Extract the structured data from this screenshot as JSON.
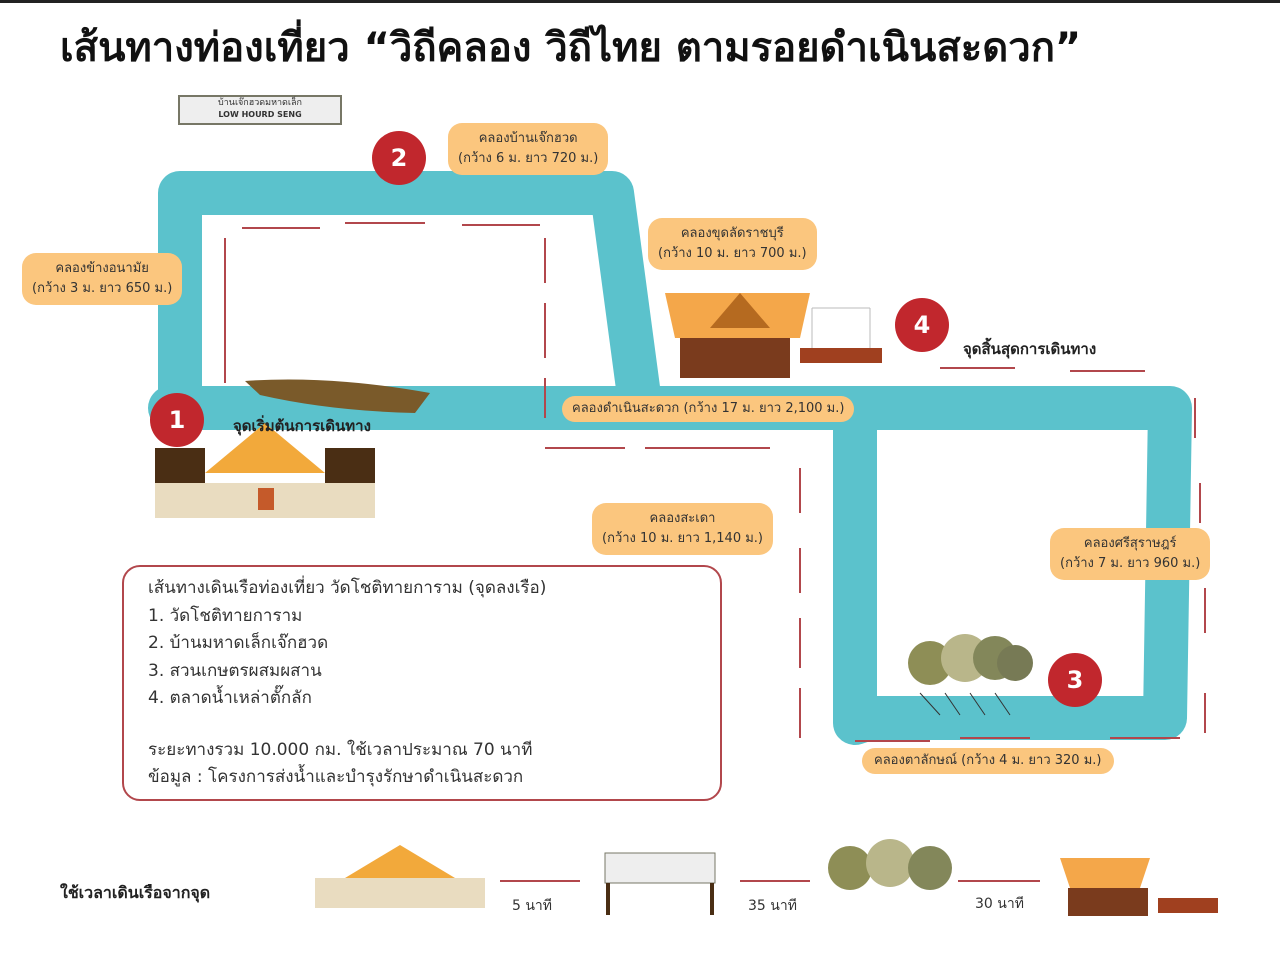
{
  "title": "เส้นทางท่องเที่ยว “วิถีคลอง วิถีไทย ตามรอยดำเนินสะดวก”",
  "sign": {
    "thai": "บ้านเจ๊กฮวดมหาดเล็ก",
    "english": "LOW HOURD SENG"
  },
  "canals": [
    {
      "name": "คลองบ้านเจ๊กฮวด",
      "size": "(กว้าง 6 ม. ยาว 720 ม.)"
    },
    {
      "name": "คลองข้างอนามัย",
      "size": "(กว้าง 3 ม. ยาว 650 ม.)"
    },
    {
      "name": "คลองขุดลัดราชบุรี",
      "size": "(กว้าง 10 ม. ยาว 700 ม.)"
    },
    {
      "name": "คลองดำเนินสะดวก (กว้าง 17 ม. ยาว 2,100 ม.)"
    },
    {
      "name": "คลองสะเดา",
      "size": "(กว้าง 10 ม. ยาว 1,140 ม.)"
    },
    {
      "name": "คลองศรีสุราษฎร์",
      "size": "(กว้าง 7 ม. ยาว 960 ม.)"
    },
    {
      "name": "คลองตาลักษณ์ (กว้าง 4 ม. ยาว 320 ม.)"
    }
  ],
  "markers": [
    "1",
    "2",
    "3",
    "4"
  ],
  "start_label": "จุดเริ่มต้นการเดินทาง",
  "end_label": "จุดสิ้นสุดการเดินทาง",
  "info": {
    "heading": "เส้นทางเดินเรือท่องเที่ยว วัดโชติทายการาม (จุดลงเรือ)",
    "items": [
      "1. วัดโชติทายการาม",
      "2. บ้านมหาดเล็กเจ๊กฮวด",
      "3. สวนเกษตรผสมผสาน",
      "4. ตลาดน้ำเหล่าตั๊กลัก"
    ],
    "distance": "ระยะทางรวม 10.000 กม. ใช้เวลาประมาณ 70 นาที",
    "source": "ข้อมูล : โครงการส่งน้ำและบำรุงรักษาดำเนินสะดวก"
  },
  "timeline": {
    "label": "ใช้เวลาเดินเรือจากจุด",
    "legs": [
      "5 นาที",
      "35 นาที",
      "30 นาที"
    ]
  },
  "colors": {
    "canal": "#5bc2cc",
    "label": "#fbc67e",
    "marker": "#c1272d",
    "arrow": "#b2474c"
  }
}
